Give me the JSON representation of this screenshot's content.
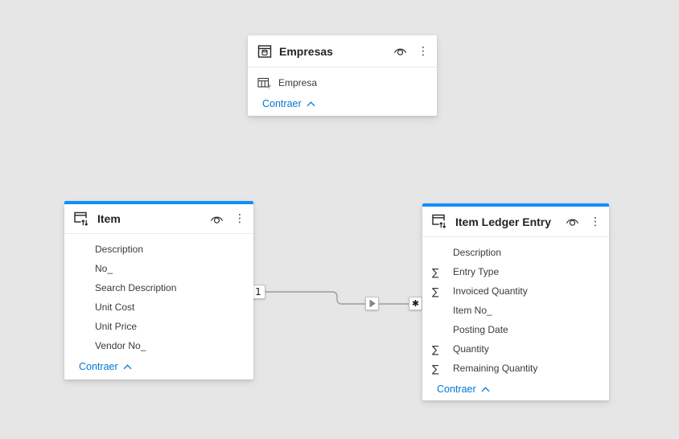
{
  "colors": {
    "canvas_bg": "#e6e6e6",
    "card_bg": "#ffffff",
    "accent_blue": "#118DFF",
    "link_blue": "#0078D4",
    "relationship_line": "#9b9b9b"
  },
  "tables": [
    {
      "id": "empresas",
      "title": "Empresas",
      "header_icon": "dataset-icon",
      "collapse_label": "Contraer",
      "fields": [
        {
          "name": "Empresa",
          "icon": "table"
        }
      ]
    },
    {
      "id": "item",
      "title": "Item",
      "header_icon": "table-sync-icon",
      "collapse_label": "Contraer",
      "fields": [
        {
          "name": "Description",
          "icon": "none"
        },
        {
          "name": "No_",
          "icon": "none"
        },
        {
          "name": "Search Description",
          "icon": "none"
        },
        {
          "name": "Unit Cost",
          "icon": "none"
        },
        {
          "name": "Unit Price",
          "icon": "none"
        },
        {
          "name": "Vendor No_",
          "icon": "none"
        }
      ]
    },
    {
      "id": "item-ledger-entry",
      "title": "Item Ledger Entry",
      "header_icon": "table-sync-icon",
      "collapse_label": "Contraer",
      "fields": [
        {
          "name": "Description",
          "icon": "none"
        },
        {
          "name": "Entry Type",
          "icon": "sigma"
        },
        {
          "name": "Invoiced Quantity",
          "icon": "sigma"
        },
        {
          "name": "Item No_",
          "icon": "none"
        },
        {
          "name": "Posting Date",
          "icon": "none"
        },
        {
          "name": "Quantity",
          "icon": "sigma"
        },
        {
          "name": "Remaining Quantity",
          "icon": "sigma"
        }
      ]
    }
  ],
  "relationship": {
    "from_table": "Item",
    "to_table": "Item Ledger Entry",
    "from_cardinality": "1",
    "to_cardinality": "✱"
  }
}
